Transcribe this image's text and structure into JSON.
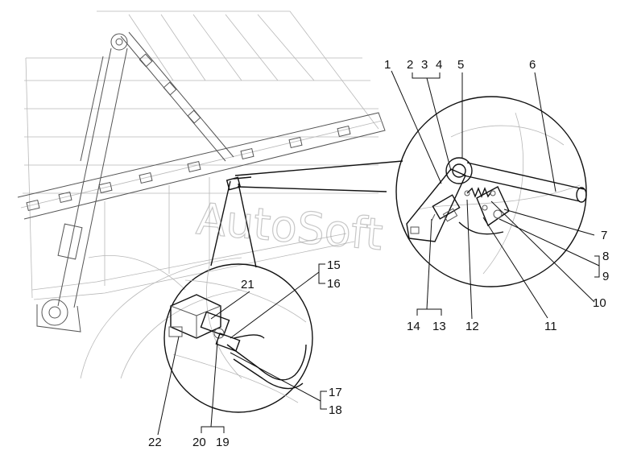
{
  "watermark": "AutoSoft",
  "colors": {
    "line": "#111111",
    "faint": "#b8b8b8",
    "watermark": "#9a9a9a"
  },
  "callouts": {
    "c1": "1",
    "c2": "2",
    "c3": "3",
    "c4": "4",
    "c5": "5",
    "c6": "6",
    "c7": "7",
    "c8": "8",
    "c9": "9",
    "c10": "10",
    "c11": "11",
    "c12": "12",
    "c13": "13",
    "c14": "14",
    "c15": "15",
    "c16": "16",
    "c17": "17",
    "c18": "18",
    "c19": "19",
    "c20": "20",
    "c21": "21",
    "c22": "22"
  }
}
